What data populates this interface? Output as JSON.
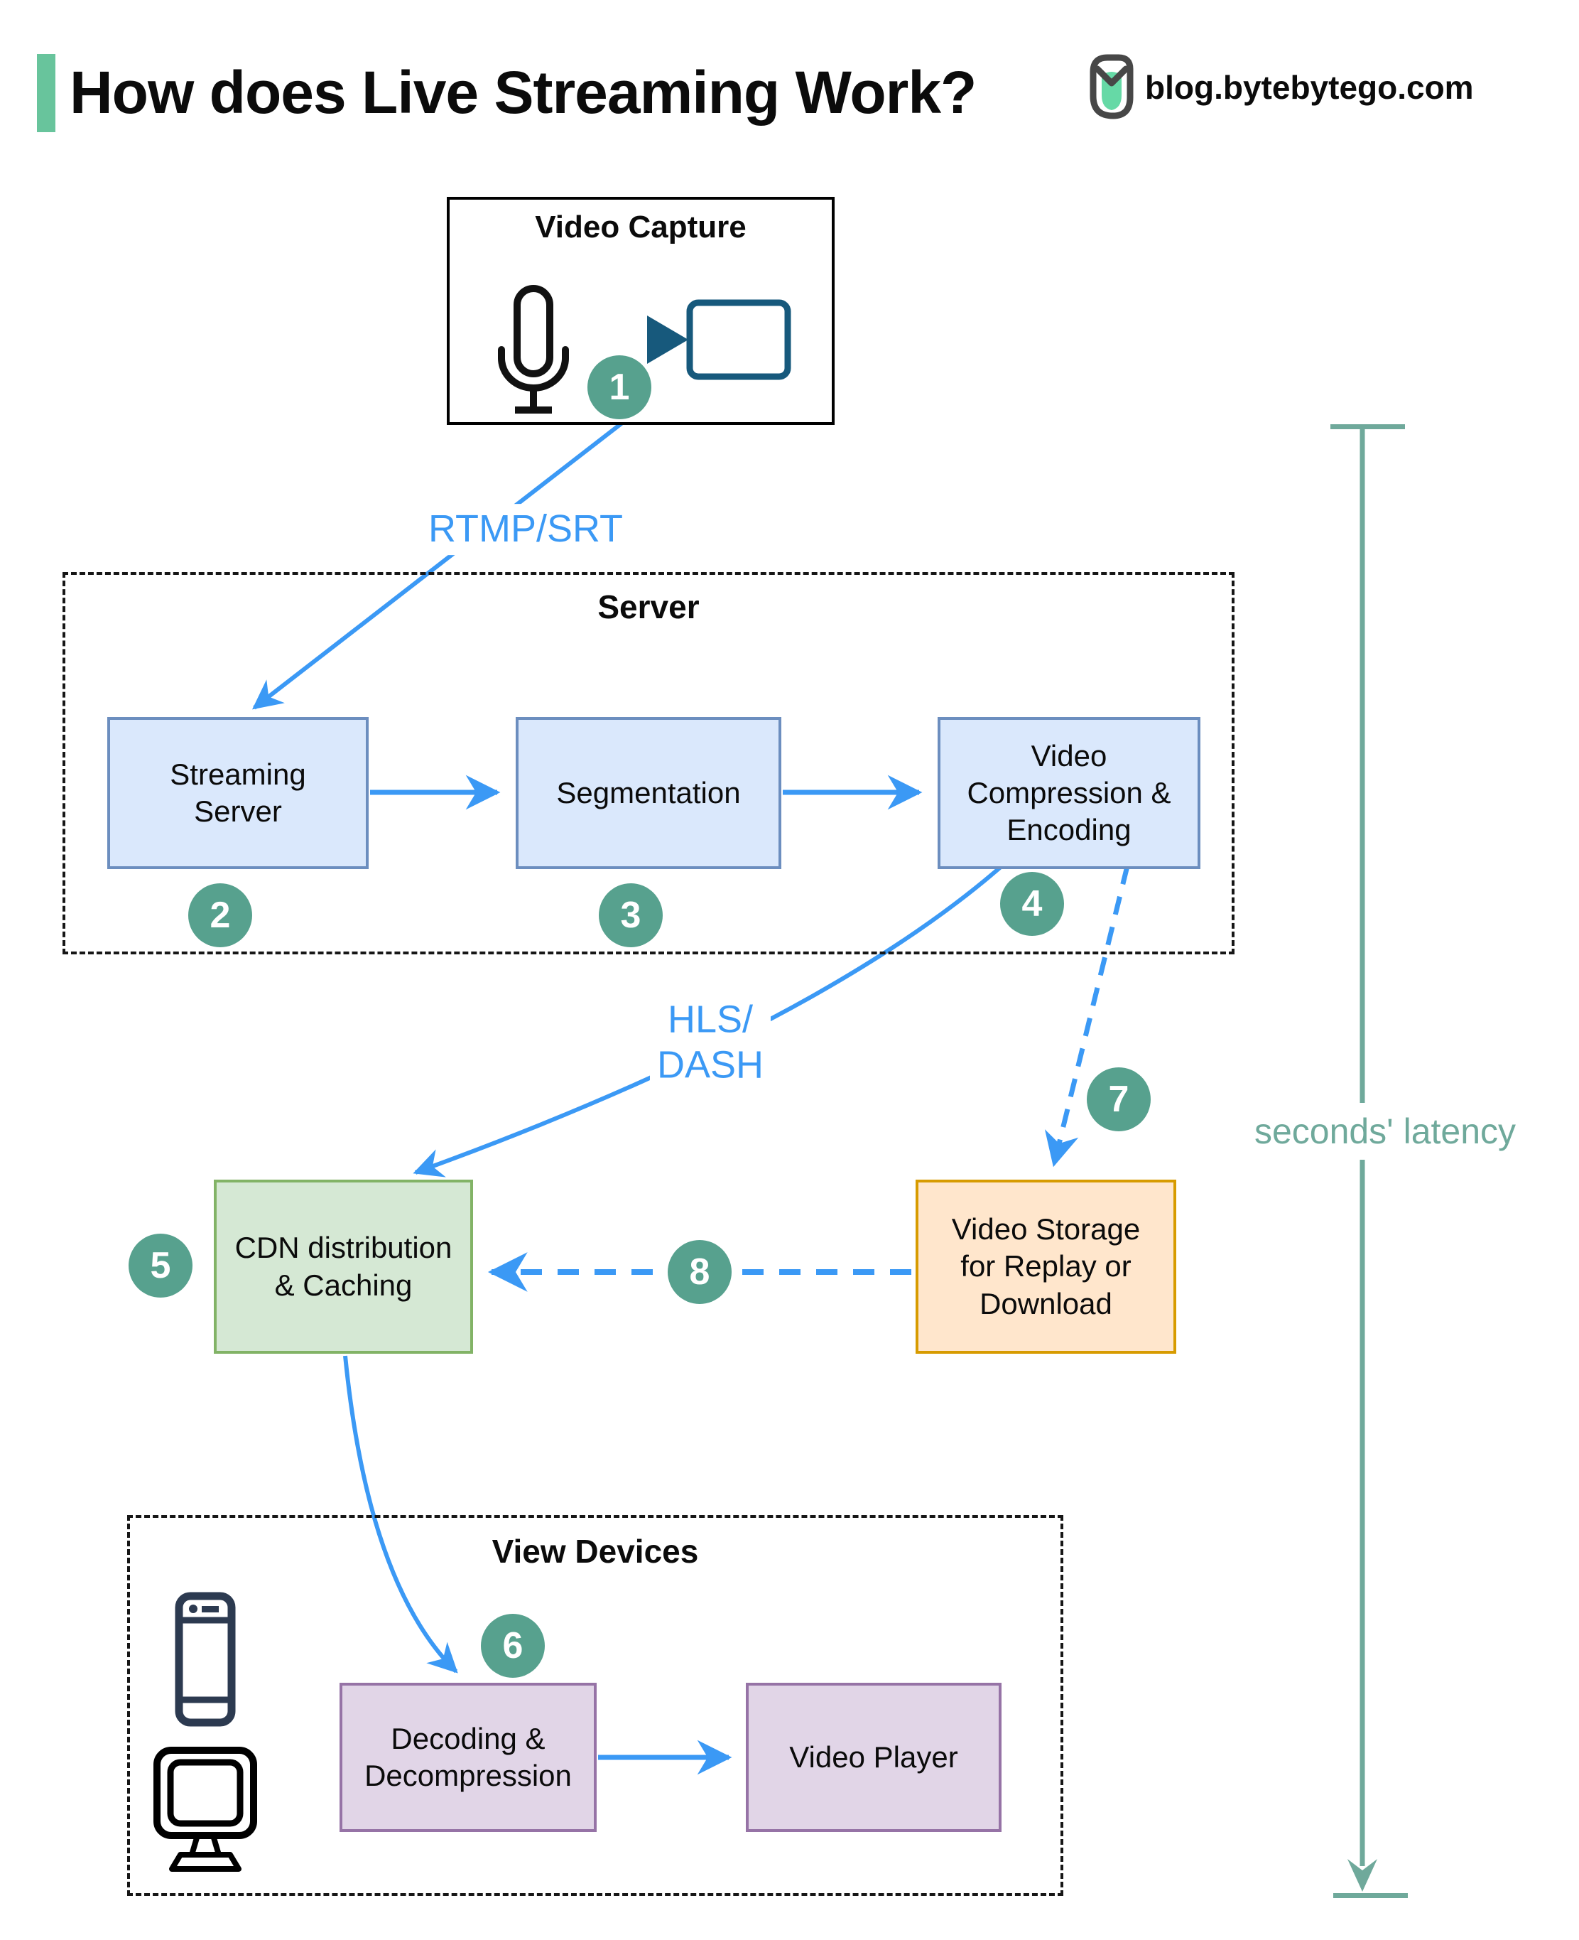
{
  "header": {
    "title": "How does Live Streaming Work?",
    "site": "blog.bytebytego.com"
  },
  "colors": {
    "accent": "#68C49C",
    "arrow": "#3B99F5",
    "badge": "#57A18E",
    "latency": "#6FA99B",
    "blue-fill": "#DAE8FC",
    "blue-border": "#6C8EBF",
    "green-fill": "#D5E8D4",
    "green-border": "#82B366",
    "orange-fill": "#FFE6CC",
    "orange-border": "#D79B00",
    "purple-fill": "#E1D5E7",
    "purple-border": "#9673A6"
  },
  "capture": {
    "title": "Video Capture"
  },
  "labels": {
    "rtmp": "RTMP/SRT",
    "hls": "HLS/\nDASH",
    "latency": "seconds' latency"
  },
  "server_group": {
    "title": "Server",
    "streaming": "Streaming\nServer",
    "segmentation": "Segmentation",
    "compression": "Video\nCompression &\nEncoding"
  },
  "cdn": {
    "label": "CDN distribution\n& Caching"
  },
  "storage": {
    "label": "Video Storage\nfor Replay or\nDownload"
  },
  "view_devices": {
    "title": "View Devices",
    "decoding": "Decoding &\nDecompression",
    "player": "Video Player"
  },
  "badges": {
    "capture": "1",
    "streaming": "2",
    "segmentation": "3",
    "compression": "4",
    "cdn": "5",
    "decoding": "6",
    "storage": "7",
    "replay": "8"
  },
  "icons": [
    "microphone-icon",
    "video-camera-icon",
    "smartphone-icon",
    "monitor-icon",
    "bytebytego-logo-icon"
  ]
}
